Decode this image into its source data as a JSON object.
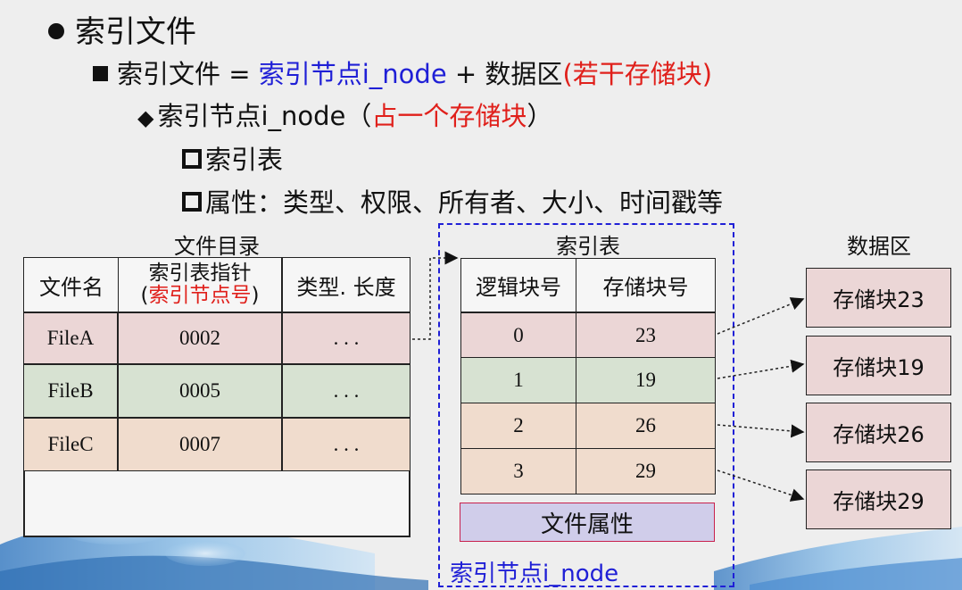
{
  "heading": "索引文件",
  "line2": {
    "prefix": "索引文件 = ",
    "inode": "索引节点i_node",
    "plus": " + 数据区",
    "blocks": "(若干存储块)"
  },
  "line3": {
    "prefix": "索引节点i_node（",
    "highlight": "占一个存储块",
    "suffix": "）"
  },
  "line4": "索引表",
  "line5": "属性：类型、权限、所有者、大小、时间戳等",
  "directory": {
    "caption": "文件目录",
    "headers": {
      "name": "文件名",
      "ptr_line1": "索引表指针",
      "ptr_line2_open": "(",
      "ptr_line2_red": "索引节点号",
      "ptr_line2_close": ")",
      "type": "类型. 长度"
    },
    "rows": [
      {
        "name": "FileA",
        "ptr": "0002",
        "type": ". . ."
      },
      {
        "name": "FileB",
        "ptr": "0005",
        "type": ". . ."
      },
      {
        "name": "FileC",
        "ptr": "0007",
        "type": ". . ."
      }
    ]
  },
  "index_table": {
    "caption": "索引表",
    "headers": {
      "logical": "逻辑块号",
      "storage": "存储块号"
    },
    "rows": [
      {
        "logical": "0",
        "storage": "23"
      },
      {
        "logical": "1",
        "storage": "19"
      },
      {
        "logical": "2",
        "storage": "26"
      },
      {
        "logical": "3",
        "storage": "29"
      }
    ],
    "attributes": "文件属性",
    "inode_label": "索引节点i_node"
  },
  "data_area": {
    "caption": "数据区",
    "blocks": [
      "存储块23",
      "存储块19",
      "存储块26",
      "存储块29"
    ]
  },
  "colors": {
    "blue": "#1f1fd6",
    "red": "#e0201b"
  }
}
